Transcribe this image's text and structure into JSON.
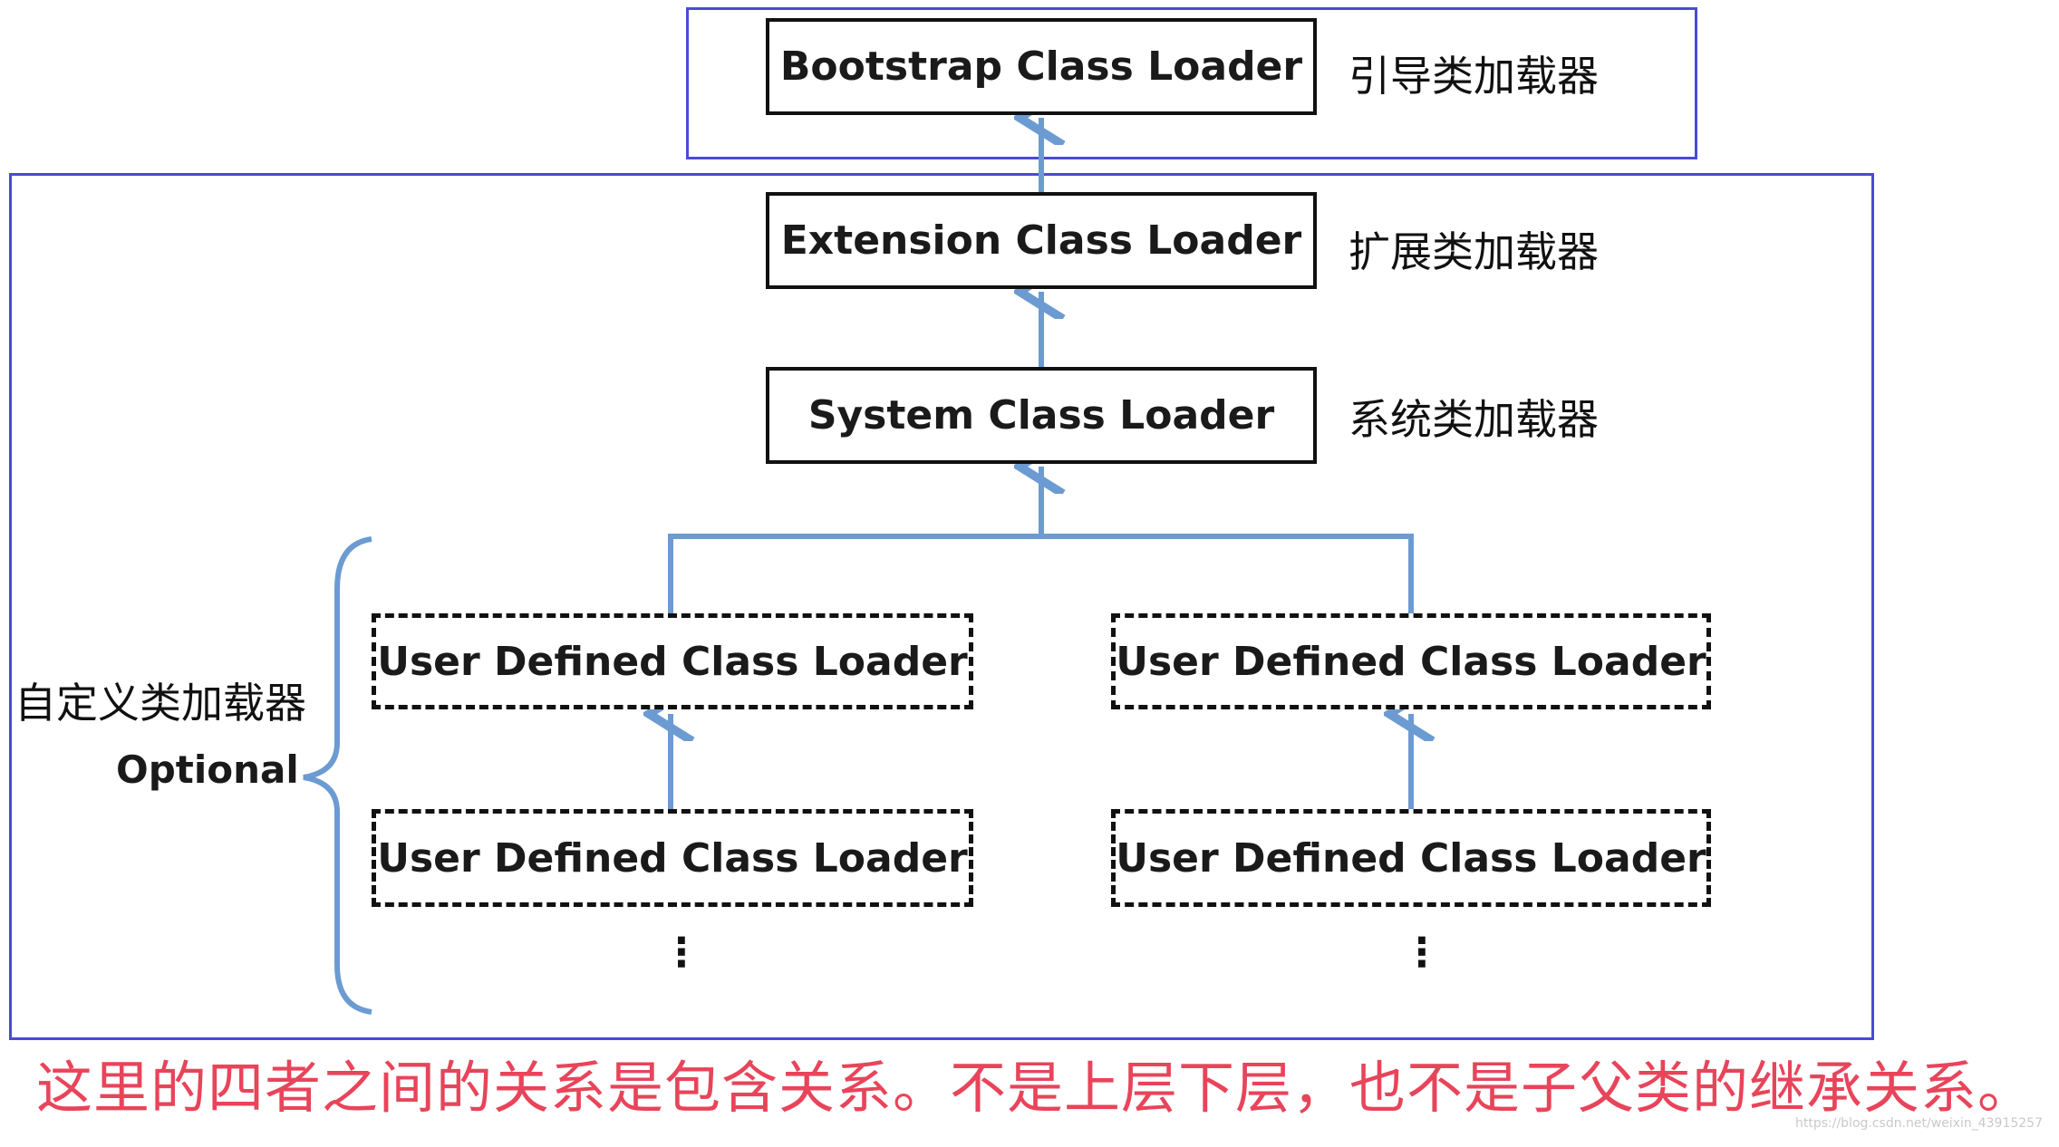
{
  "nodes": {
    "bootstrap": "Bootstrap Class Loader",
    "extension": "Extension Class Loader",
    "system": "System Class Loader",
    "user_defined": "User Defined Class Loader"
  },
  "labels_cn": {
    "bootstrap": "引导类加载器",
    "extension": "扩展类加载器",
    "system": "系统类加载器",
    "custom": "自定义类加载器"
  },
  "optional_label": "Optional",
  "ellipsis": "⋮",
  "caption": "这里的四者之间的关系是包含关系。不是上层下层，也不是子父类的继承关系。",
  "watermark": "https://blog.csdn.net/weixin_43915257",
  "colors": {
    "frame": "#4a4ad6",
    "connector": "#6c9bd2",
    "caption": "#e8445a"
  }
}
